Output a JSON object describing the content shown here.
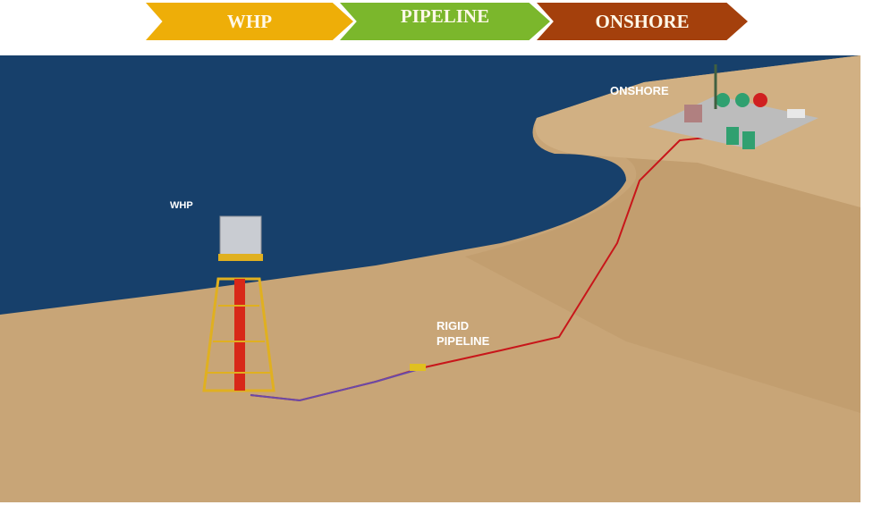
{
  "banner": {
    "steps": [
      {
        "label": "WHP",
        "color": "#eeae08"
      },
      {
        "label": "PIPELINE",
        "color": "#7bb72c"
      },
      {
        "label": "ONSHORE",
        "color": "#a4400c"
      }
    ]
  },
  "scene": {
    "labels": {
      "whp": "WHP",
      "rigid_pipeline": "RIGID\nPIPELINE",
      "onshore": "ONSHORE"
    },
    "colors": {
      "sea": "#17406b",
      "sand": "#c8a577",
      "pipe": "#c8161a"
    }
  }
}
